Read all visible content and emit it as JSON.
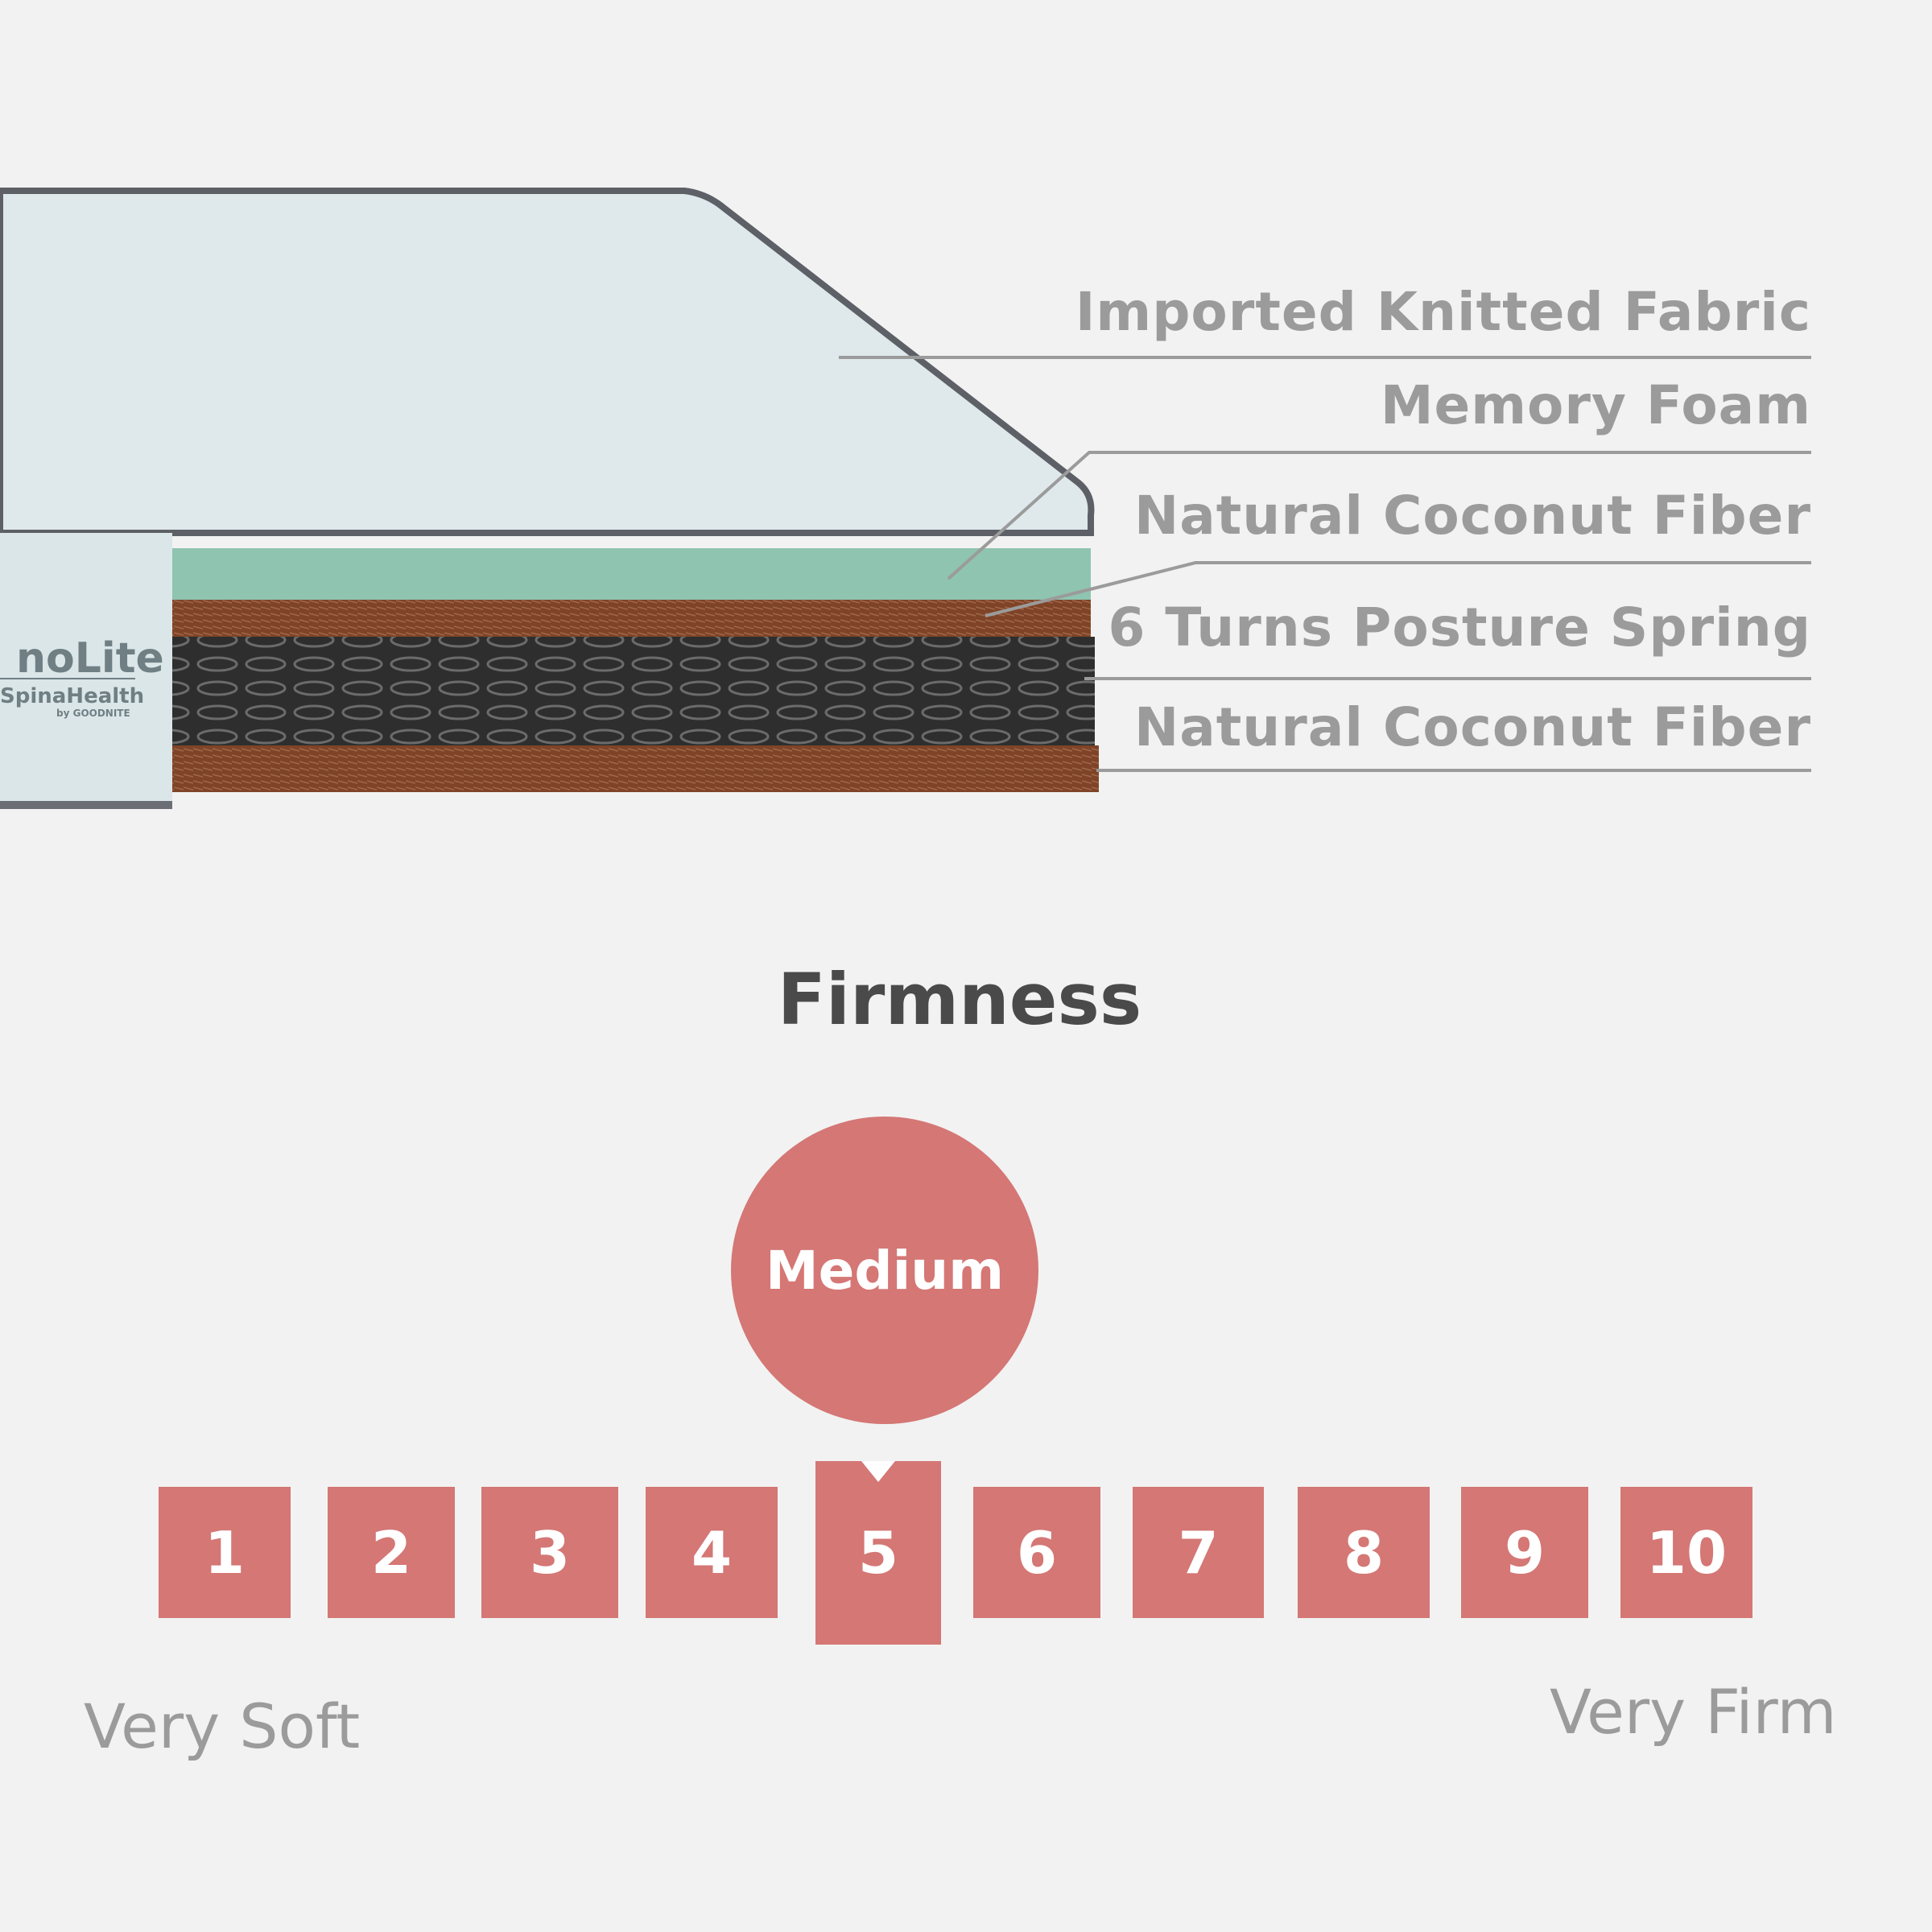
{
  "product": {
    "brand_logo": {
      "name": "noLite",
      "line": "SpinaHealth",
      "by": "by GOODNITE"
    },
    "layers": [
      {
        "label": "Imported Knitted Fabric",
        "color": "#dfe9ec"
      },
      {
        "label": "Memory Foam",
        "color": "#8fc4b0"
      },
      {
        "label": "Natural Coconut Fiber",
        "color": "#7f4427"
      },
      {
        "label": "6 Turns Posture Spring",
        "color": "#2e2e2e"
      },
      {
        "label": "Natural Coconut Fiber",
        "color": "#7f4427"
      }
    ]
  },
  "firmness": {
    "title": "Firmness",
    "level_label": "Medium",
    "selected": 5,
    "scale": [
      "1",
      "2",
      "3",
      "4",
      "5",
      "6",
      "7",
      "8",
      "9",
      "10"
    ],
    "min_label": "Very Soft",
    "max_label": "Very Firm",
    "accent_color": "#d47775"
  }
}
